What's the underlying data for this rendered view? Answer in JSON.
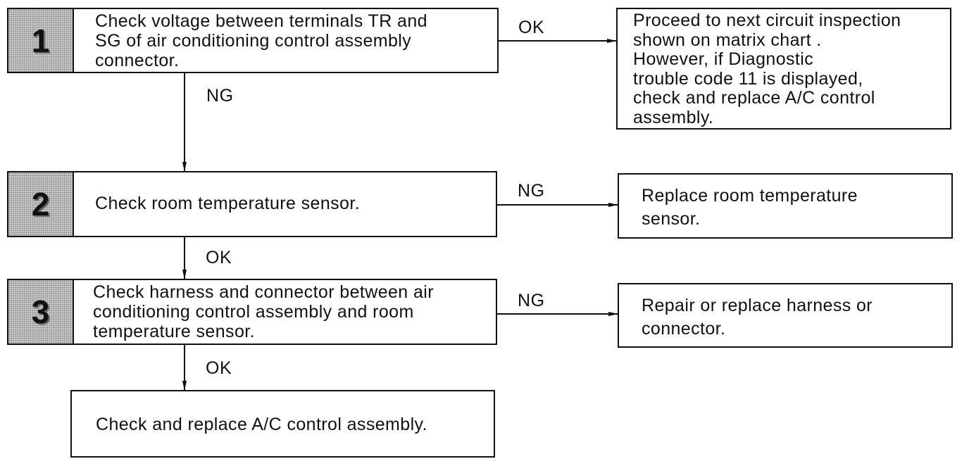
{
  "steps": [
    {
      "number": "1",
      "lines": [
        "Check voltage between terminals TR and",
        "SG of air conditioning control assembly",
        "connector."
      ]
    },
    {
      "number": "2",
      "lines": [
        "Check room temperature sensor."
      ]
    },
    {
      "number": "3",
      "lines": [
        "Check harness and connector between air",
        "conditioning control assembly and room",
        "temperature sensor."
      ]
    }
  ],
  "outcomes": {
    "proceed": [
      "Proceed to next circuit inspection",
      "shown on matrix chart .",
      "However, if Diagnostic",
      "trouble code 11 is displayed,",
      "check and replace A/C control",
      "assembly."
    ],
    "replace_sensor": [
      "Replace room temperature",
      "sensor."
    ],
    "repair_harness": [
      "Repair or replace harness or",
      "connector."
    ],
    "final": [
      "Check and replace A/C control assembly."
    ]
  },
  "labels": {
    "ok_1": "OK",
    "ng_1": "NG",
    "ng_2": "NG",
    "ok_2": "OK",
    "ng_3": "NG",
    "ok_3": "OK"
  }
}
